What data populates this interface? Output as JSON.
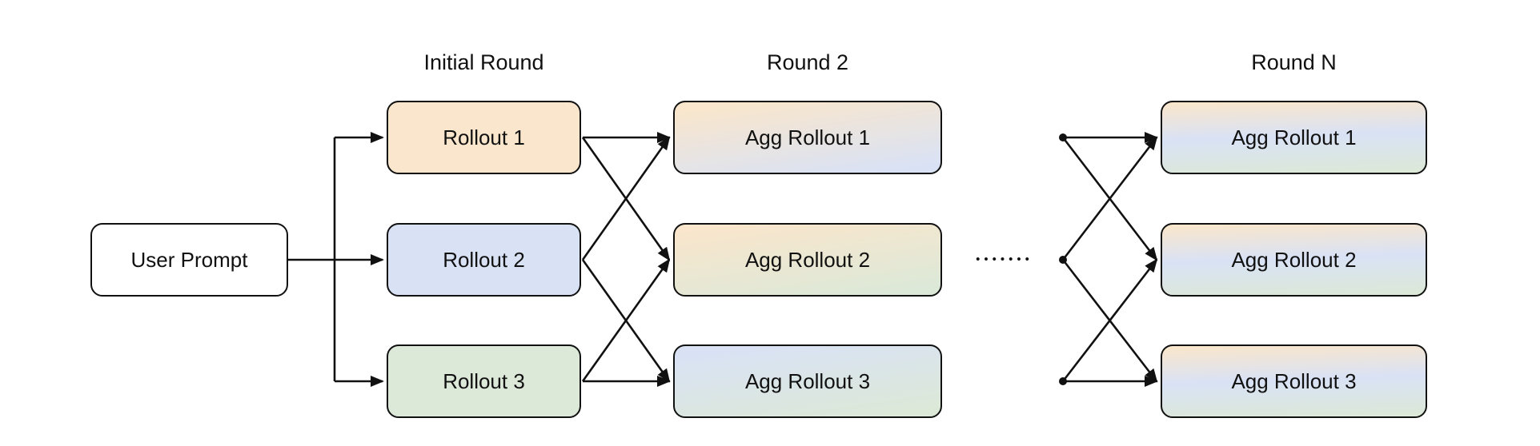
{
  "diagram": {
    "prompt": {
      "label": "User Prompt"
    },
    "columns": [
      {
        "header": "Initial Round",
        "boxes": [
          {
            "label": "Rollout 1",
            "fill": "#f9e6cc"
          },
          {
            "label": "Rollout 2",
            "fill": "#d9e2f5"
          },
          {
            "label": "Rollout 3",
            "fill": "#dce8d8"
          }
        ]
      },
      {
        "header": "Round 2",
        "boxes": [
          {
            "label": "Agg Rollout 1",
            "fill": "gradient peach-to-blue"
          },
          {
            "label": "Agg Rollout 2",
            "fill": "gradient peach-to-green"
          },
          {
            "label": "Agg Rollout 3",
            "fill": "gradient blue-to-green"
          }
        ]
      },
      {
        "header": "Round N",
        "boxes": [
          {
            "label": "Agg Rollout 1",
            "fill": "gradient peach-blue-green"
          },
          {
            "label": "Agg Rollout 2",
            "fill": "gradient peach-blue-green"
          },
          {
            "label": "Agg Rollout 3",
            "fill": "gradient peach-blue-green"
          }
        ]
      }
    ],
    "ellipsis": "•••••••",
    "edges": [
      {
        "from": "User Prompt",
        "to": "Rollout 1"
      },
      {
        "from": "User Prompt",
        "to": "Rollout 2"
      },
      {
        "from": "User Prompt",
        "to": "Rollout 3"
      },
      {
        "from": "Rollout 1",
        "to": "Round 2 Agg Rollout 1"
      },
      {
        "from": "Rollout 1",
        "to": "Round 2 Agg Rollout 2"
      },
      {
        "from": "Rollout 2",
        "to": "Round 2 Agg Rollout 1"
      },
      {
        "from": "Rollout 2",
        "to": "Round 2 Agg Rollout 3"
      },
      {
        "from": "Rollout 3",
        "to": "Round 2 Agg Rollout 2"
      },
      {
        "from": "Rollout 3",
        "to": "Round 2 Agg Rollout 3"
      },
      {
        "from": "Round N-1 node 1",
        "to": "Round N Agg Rollout 1"
      },
      {
        "from": "Round N-1 node 1",
        "to": "Round N Agg Rollout 2"
      },
      {
        "from": "Round N-1 node 2",
        "to": "Round N Agg Rollout 1"
      },
      {
        "from": "Round N-1 node 2",
        "to": "Round N Agg Rollout 3"
      },
      {
        "from": "Round N-1 node 3",
        "to": "Round N Agg Rollout 2"
      },
      {
        "from": "Round N-1 node 3",
        "to": "Round N Agg Rollout 3"
      }
    ],
    "colors": {
      "peach": "#f9e6cc",
      "blue": "#d9e2f5",
      "green": "#dce8d8",
      "line": "#111111",
      "box_border": "#111111",
      "background": "#ffffff"
    }
  }
}
